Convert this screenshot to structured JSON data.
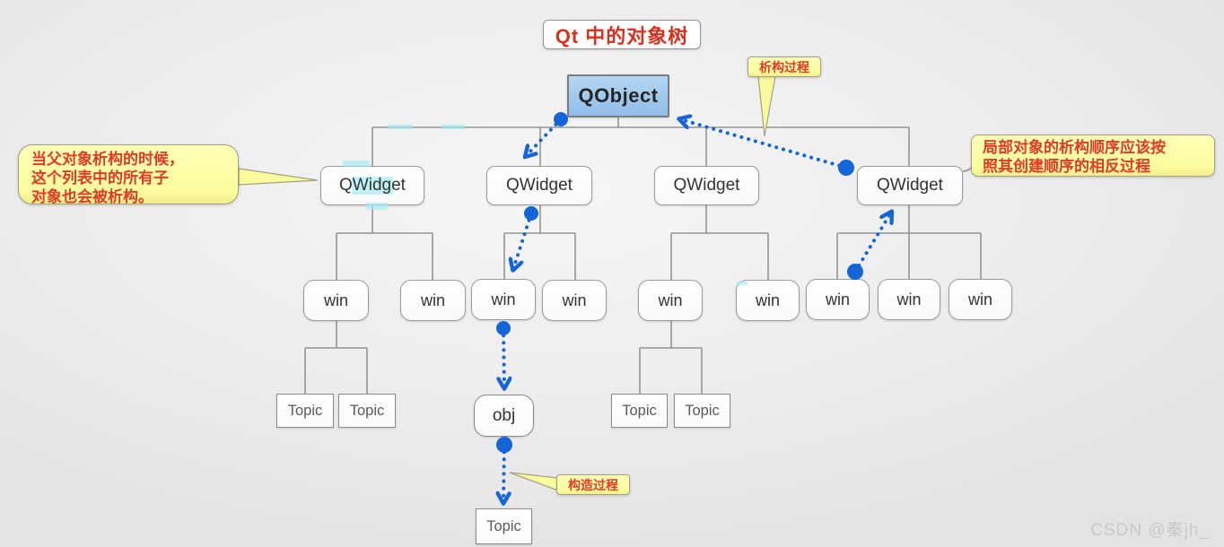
{
  "title": "Qt 中的对象树",
  "watermark": "CSDN @秦jh_",
  "tree": {
    "root": "QObject",
    "widgets": [
      "QWidget",
      "QWidget",
      "QWidget",
      "QWidget"
    ],
    "wins": [
      "win",
      "win",
      "win",
      "win",
      "win",
      "win",
      "win",
      "win",
      "win"
    ],
    "obj": "obj",
    "topics": [
      "Topic",
      "Topic",
      "Topic",
      "Topic",
      "Topic"
    ]
  },
  "callouts": {
    "parent_destructor": {
      "lines": [
        "当父对象析构的时候，",
        "这个列表中的所有子",
        "对象也会被析构。"
      ]
    },
    "destructor_process": "析构过程",
    "local_object_order": {
      "lines": [
        "局部对象的析构顺序应该按",
        "照其创建顺序的相反过程"
      ]
    },
    "constructor_process": "构造过程"
  },
  "colors": {
    "root_node_fill": "#9cc4ec",
    "arrow_blue": "#1565d8",
    "connector_gray": "#949494",
    "callout_bg": "#fcfc9e",
    "callout_text": "#e03a28",
    "title_text": "#d9301f"
  }
}
